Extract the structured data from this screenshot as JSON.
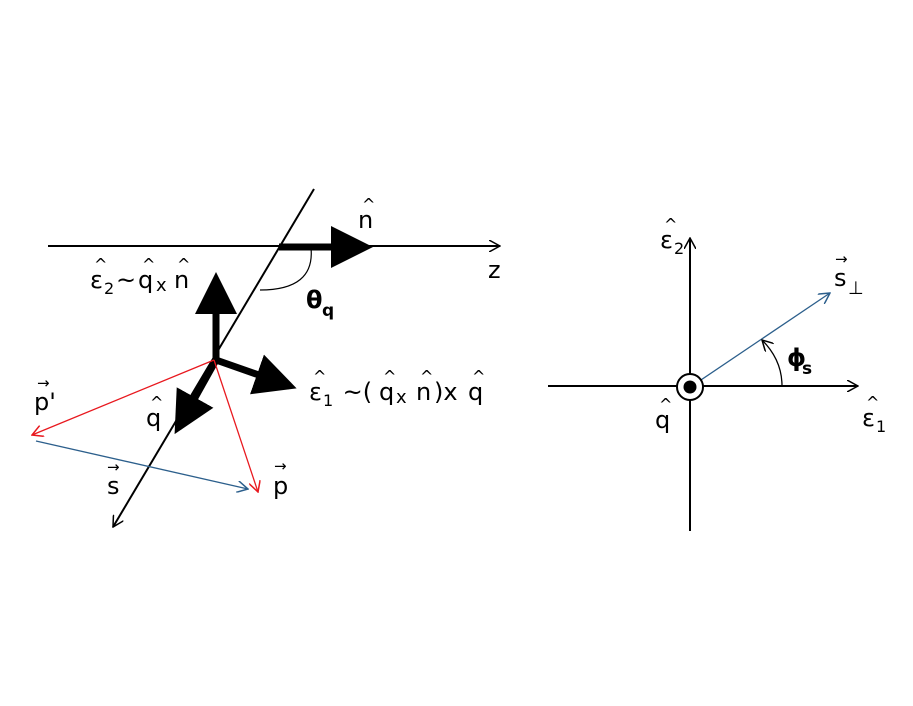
{
  "colors": {
    "axis": "#000000",
    "momentum": "#e8181e",
    "transfer": "#2c5f8c"
  },
  "left_diagram": {
    "z_axis_label": "z",
    "n_label": {
      "hat": "^",
      "base": "n"
    },
    "eps2_label": {
      "hat_e": "^",
      "e": "ε",
      "sub": "2",
      "rest": "~",
      "hat_q": "^",
      "q": "q",
      "x": "x",
      "hat_n": "^",
      "n": "n"
    },
    "theta_label": {
      "symbol": "θ",
      "sub": "q"
    },
    "eps1_label": {
      "hat_e": "^",
      "e": "ε",
      "sub": "1",
      "rest1": " ~(",
      "hat_q1": "^",
      "q1": "q",
      "x1": "x ",
      "hat_n": "^",
      "n": "n",
      "rest2": ")x",
      "hat_q2": "^",
      "q2": "q"
    },
    "pprime_label": {
      "arrow": "→",
      "base": "p'"
    },
    "q_label": {
      "hat": "^",
      "base": "q"
    },
    "s_label": {
      "arrow": "→",
      "base": "s"
    },
    "p_label": {
      "arrow": "→",
      "base": "p"
    }
  },
  "right_diagram": {
    "eps2_label": {
      "hat": "^",
      "e": "ε",
      "sub": "2"
    },
    "sperp_label": {
      "arrow": "→",
      "base": "s",
      "sub": "⊥"
    },
    "phi_label": {
      "symbol": "ϕ",
      "sub": "s"
    },
    "q_label": {
      "hat": "^",
      "base": "q"
    },
    "eps1_label": {
      "hat": "^",
      "e": "ε",
      "sub": "1"
    }
  }
}
